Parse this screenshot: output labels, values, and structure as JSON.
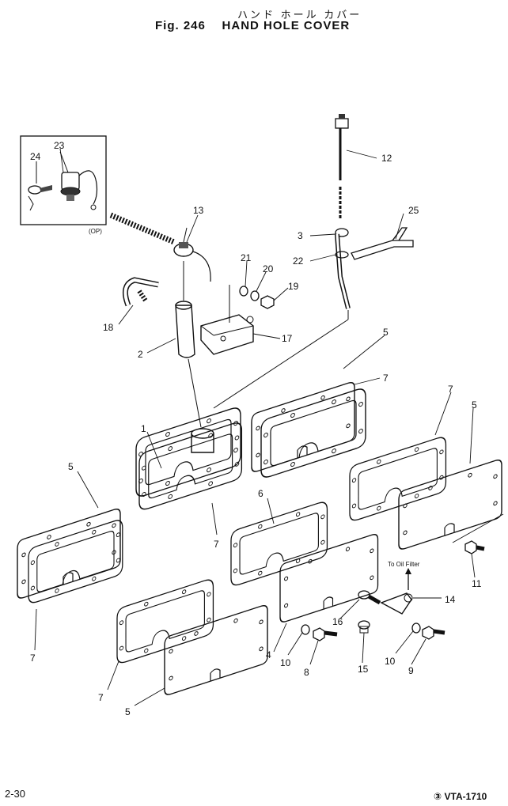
{
  "header": {
    "title_jp": "ハンド ホール カバー",
    "fig_label": "Fig. 246",
    "title": "HAND HOLE COVER"
  },
  "footer": {
    "page": "2-30",
    "doc_code": "③ VTA-1710"
  },
  "inset": {
    "note": "(OP)"
  },
  "annotations": {
    "oil_filter": "To Oil Filter"
  },
  "callouts": {
    "c1": "1",
    "c2": "2",
    "c3": "3",
    "c4": "4",
    "c5a": "5",
    "c5b": "5",
    "c5c": "5",
    "c5d": "5",
    "c6": "6",
    "c7a": "7",
    "c7b": "7",
    "c7c": "7",
    "c7d": "7",
    "c7e": "7",
    "c8": "8",
    "c9": "9",
    "c10a": "10",
    "c10b": "10",
    "c11": "11",
    "c12": "12",
    "c13": "13",
    "c14": "14",
    "c15": "15",
    "c16": "16",
    "c17": "17",
    "c18": "18",
    "c19": "19",
    "c20": "20",
    "c21": "21",
    "c22": "22",
    "c23": "23",
    "c24": "24",
    "c25": "25"
  }
}
